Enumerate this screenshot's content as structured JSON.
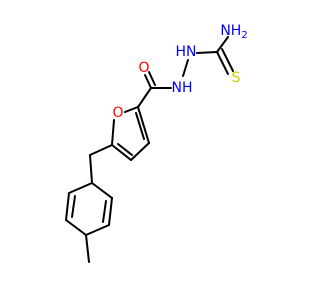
{
  "atom_labels": {
    "amine": "NH",
    "amine_sub": "2",
    "thio_sulfur": "S",
    "hydrazine_nh_upper": "HN",
    "hydrazine_nh_lower": "NH",
    "carbonyl_oxygen": "O",
    "furan_oxygen": "O"
  },
  "colors": {
    "nitrogen": "#0000ff",
    "oxygen": "#ff0000",
    "sulfur": "#cccc00",
    "bond": "#000000",
    "background": "#ffffff"
  }
}
